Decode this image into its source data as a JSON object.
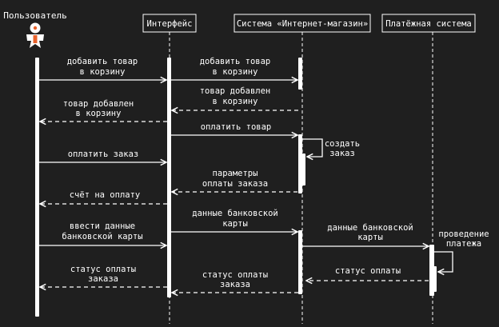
{
  "participants": [
    {
      "id": "user",
      "label": "Пользователь",
      "kind": "actor"
    },
    {
      "id": "ui",
      "label": "Интерфейс",
      "kind": "box"
    },
    {
      "id": "shop",
      "label": "Система «Интернет-магазин»",
      "kind": "box"
    },
    {
      "id": "pay",
      "label": "Платёжная система",
      "kind": "box"
    }
  ],
  "messages": [
    {
      "id": "m1",
      "from": "user",
      "to": "ui",
      "style": "solid",
      "lines": [
        "добавить товар",
        "в корзину"
      ]
    },
    {
      "id": "m2",
      "from": "ui",
      "to": "shop",
      "style": "solid",
      "lines": [
        "добавить товар",
        "в корзину"
      ]
    },
    {
      "id": "m3",
      "from": "shop",
      "to": "ui",
      "style": "dashed",
      "lines": [
        "товар добавлен",
        "в корзину"
      ]
    },
    {
      "id": "m4",
      "from": "ui",
      "to": "user",
      "style": "dashed",
      "lines": [
        "товар добавлен",
        "в корзину"
      ]
    },
    {
      "id": "m5",
      "from": "ui",
      "to": "shop",
      "style": "solid",
      "lines": [
        "оплатить товар"
      ]
    },
    {
      "id": "m6",
      "from": "shop",
      "to": "shop",
      "style": "self",
      "lines": [
        "создать",
        "заказ"
      ]
    },
    {
      "id": "m7",
      "from": "user",
      "to": "ui",
      "style": "solid",
      "lines": [
        "оплатить заказ"
      ]
    },
    {
      "id": "m8",
      "from": "shop",
      "to": "ui",
      "style": "dashed",
      "lines": [
        "параметры",
        "оплаты заказа"
      ]
    },
    {
      "id": "m9",
      "from": "ui",
      "to": "user",
      "style": "dashed",
      "lines": [
        "счёт на оплату"
      ]
    },
    {
      "id": "m10",
      "from": "user",
      "to": "ui",
      "style": "solid",
      "lines": [
        "ввести данные",
        "банковской карты"
      ]
    },
    {
      "id": "m11",
      "from": "ui",
      "to": "shop",
      "style": "solid",
      "lines": [
        "данные банковской",
        "карты"
      ]
    },
    {
      "id": "m12",
      "from": "shop",
      "to": "pay",
      "style": "solid",
      "lines": [
        "данные банковской",
        "карты"
      ]
    },
    {
      "id": "m13",
      "from": "pay",
      "to": "pay",
      "style": "self",
      "lines": [
        "проведение",
        "платежа"
      ]
    },
    {
      "id": "m14",
      "from": "pay",
      "to": "shop",
      "style": "dashed",
      "lines": [
        "статус оплаты"
      ]
    },
    {
      "id": "m15",
      "from": "user",
      "to": "user",
      "style": "none",
      "lines": []
    },
    {
      "id": "m16",
      "from": "shop",
      "to": "ui",
      "style": "dashed",
      "lines": [
        "статус оплаты",
        "заказа"
      ]
    },
    {
      "id": "m17",
      "from": "ui",
      "to": "user",
      "style": "dashed",
      "lines": [
        "статус оплаты",
        "заказа"
      ]
    }
  ],
  "colors": {
    "background": "#1f1f1f",
    "foreground": "#ffffff",
    "actor_accent": "#e8622c"
  },
  "icons": {
    "actor": "person-icon"
  }
}
